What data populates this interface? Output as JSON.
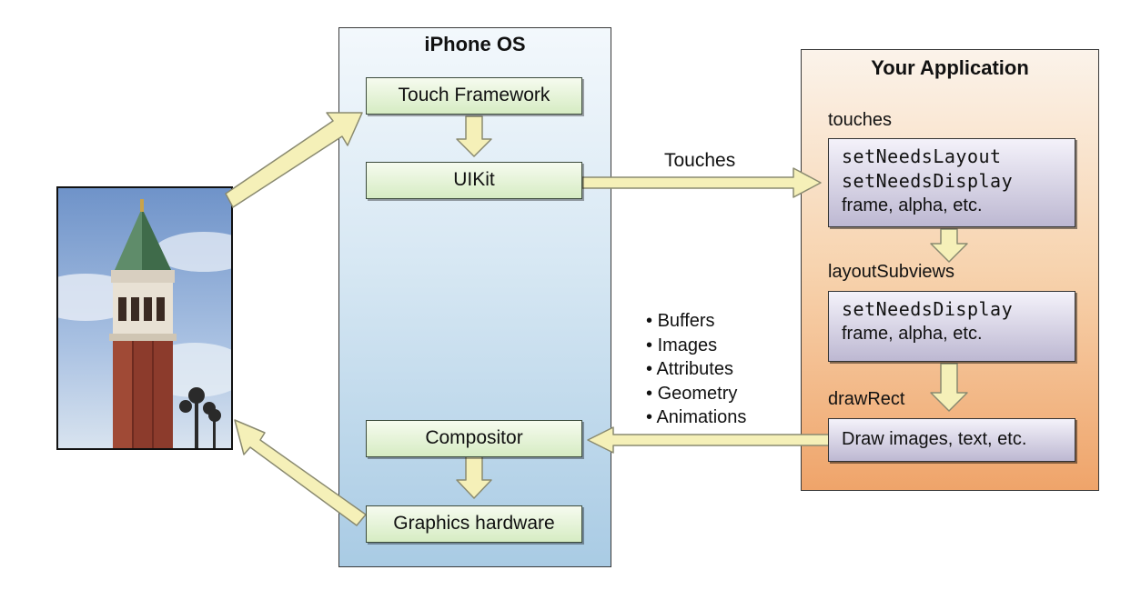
{
  "iphone_os": {
    "title": "iPhone OS",
    "touch_framework": "Touch Framework",
    "uikit": "UIKit",
    "compositor": "Compositor",
    "graphics_hardware": "Graphics hardware"
  },
  "app": {
    "title": "Your Application",
    "touches_label": "touches",
    "touches_box": [
      "setNeedsLayout",
      "setNeedsDisplay",
      "frame, alpha, etc."
    ],
    "layout_label": "layoutSubviews",
    "layout_box": [
      "setNeedsDisplay",
      "frame, alpha, etc."
    ],
    "draw_label": "drawRect",
    "draw_box": "Draw images, text, etc."
  },
  "edges": {
    "touches": "Touches",
    "render_items": [
      "Buffers",
      "Images",
      "Attributes",
      "Geometry",
      "Animations"
    ]
  },
  "colors": {
    "arrow_fill": "#f5f0b8",
    "arrow_stroke": "#8a8a70",
    "os_gradient_bottom": "#a9cbe4",
    "app_gradient_bottom": "#efa46a",
    "green_box": "#d6ecc3",
    "purple_box": "#bdb8d2"
  },
  "icons": {
    "photo": "bell-tower-photo"
  }
}
